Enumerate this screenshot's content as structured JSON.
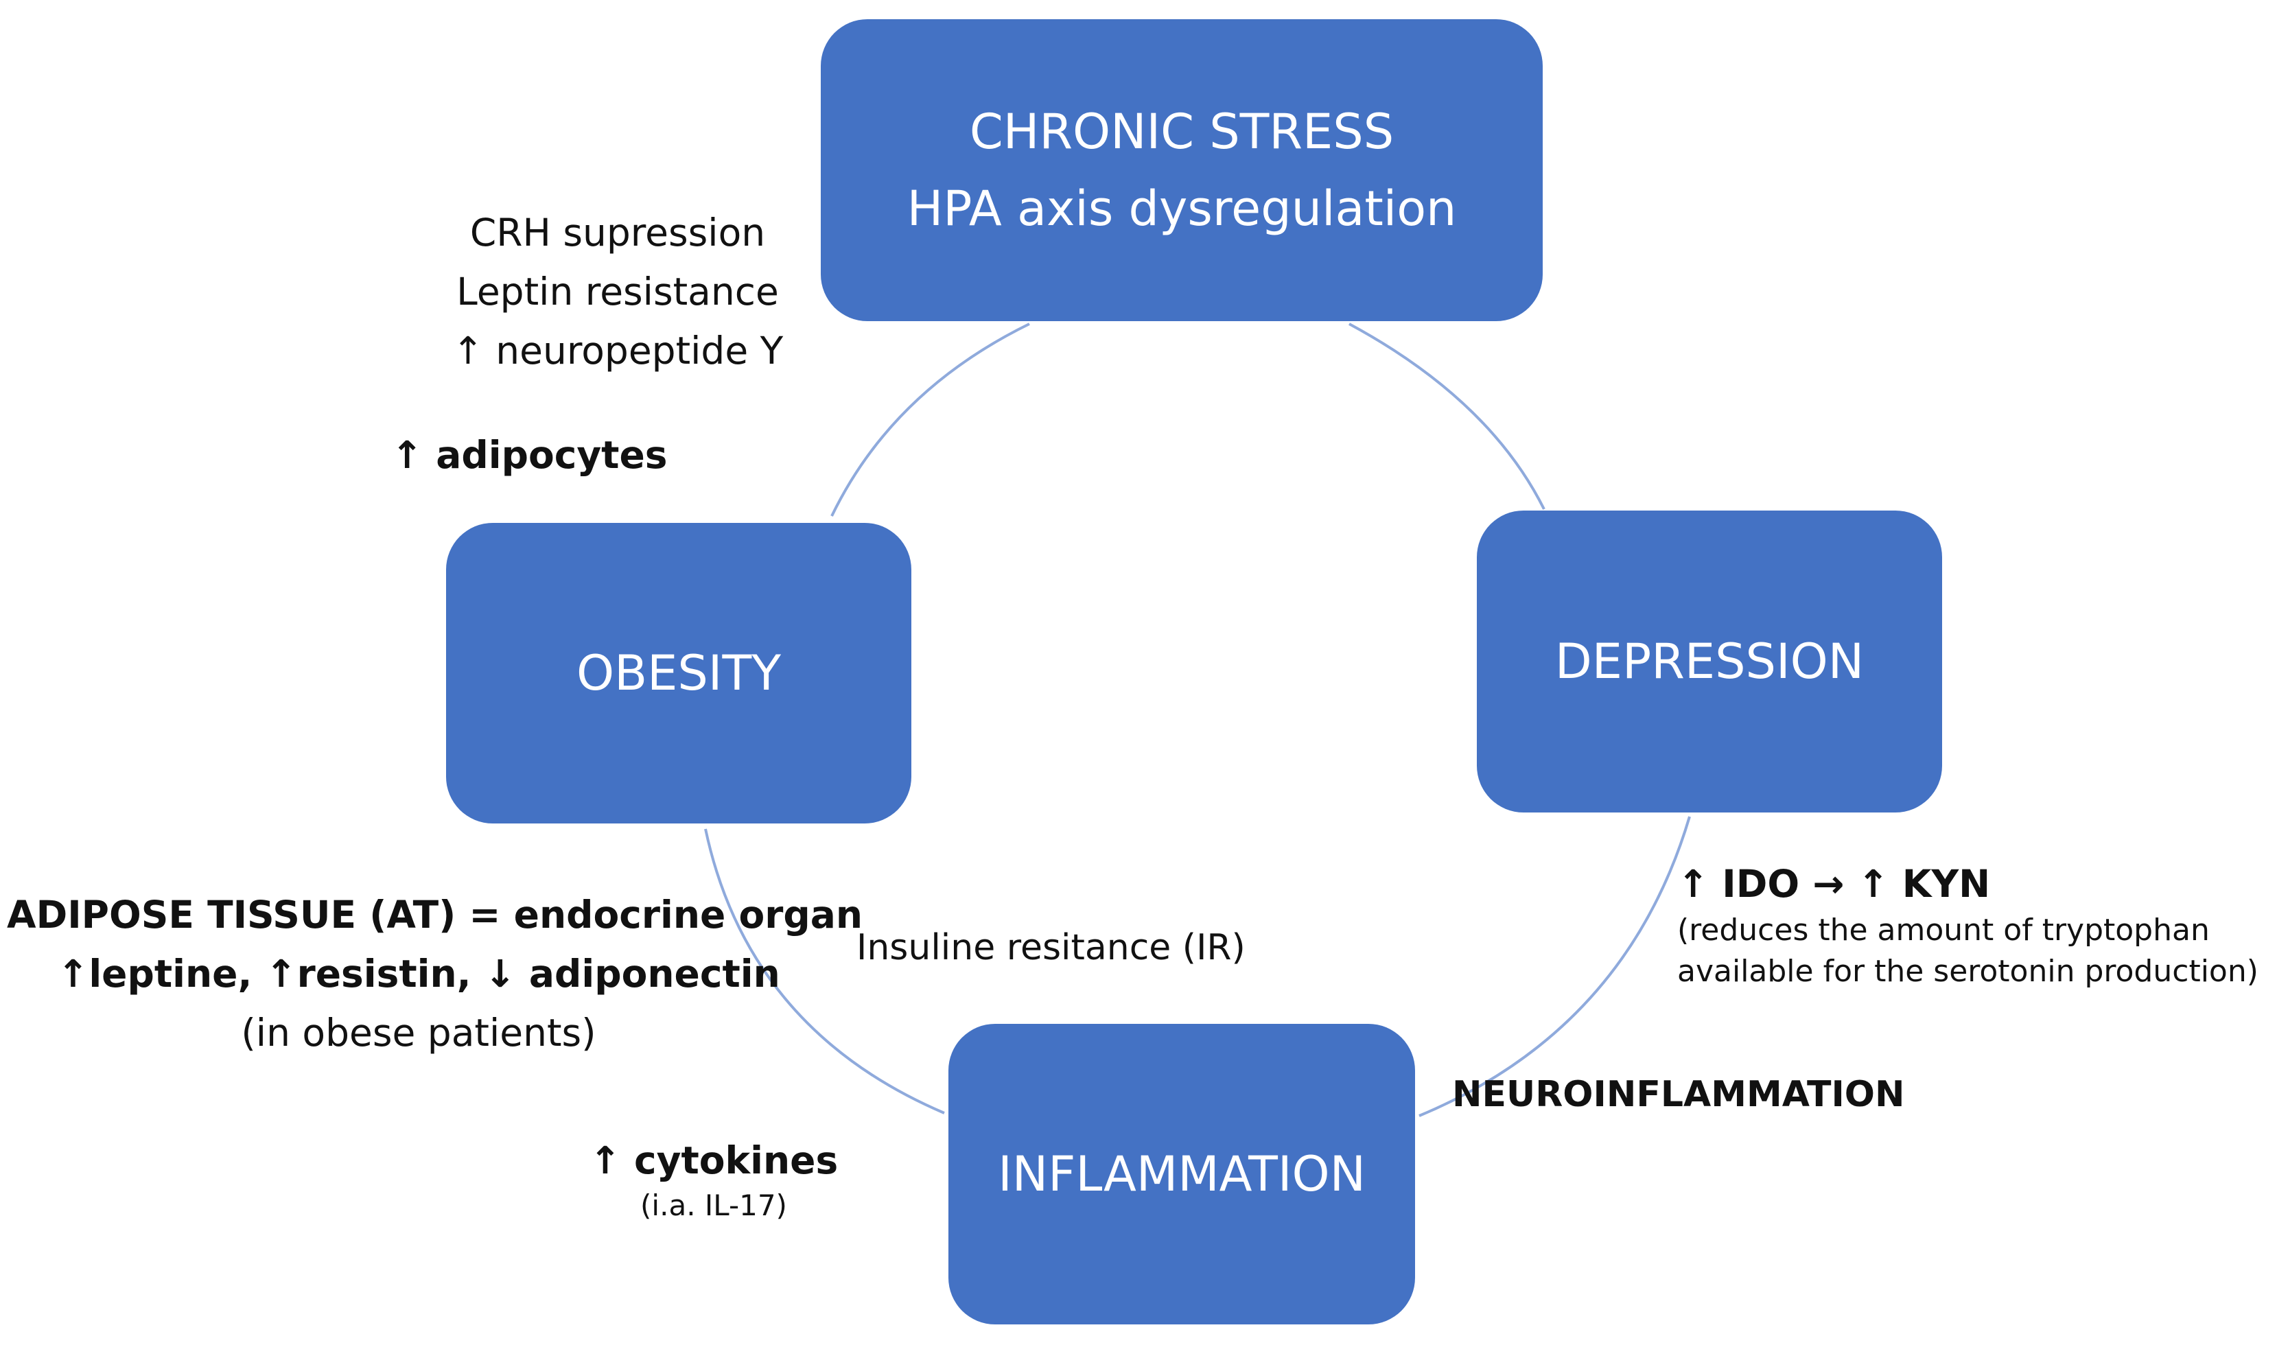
{
  "nodes": {
    "chronic_stress": {
      "line1": "CHRONIC STRESS",
      "line2": "HPA axis dysregulation"
    },
    "obesity": {
      "label": "OBESITY"
    },
    "depression": {
      "label": "DEPRESSION"
    },
    "inflammation": {
      "label": "INFLAMMATION"
    }
  },
  "annotations": {
    "stress_obesity": {
      "line1": "CRH supression",
      "line2": "Leptin resistance",
      "line3": "↑ neuropeptide Y"
    },
    "adipocytes": "↑ adipocytes",
    "adipose_tissue": {
      "line1": "ADIPOSE TISSUE (AT) = endocrine organ",
      "line2": "↑leptine, ↑resistin, ↓ adiponectin",
      "line3": "(in obese patients)"
    },
    "insuline_resistance": "Insuline resitance (IR)",
    "cytokines": {
      "line1": "↑ cytokines",
      "line2": "(i.a. IL-17)"
    },
    "ido_kyn": {
      "line1": "↑ IDO → ↑ KYN",
      "line2": "(reduces the amount of tryptophan",
      "line3": "available for the serotonin production)"
    },
    "neuroinflammation": "NEUROINFLAMMATION"
  },
  "colors": {
    "node_fill": "#4472c4",
    "connector": "#8faadc",
    "text": "#111111"
  }
}
